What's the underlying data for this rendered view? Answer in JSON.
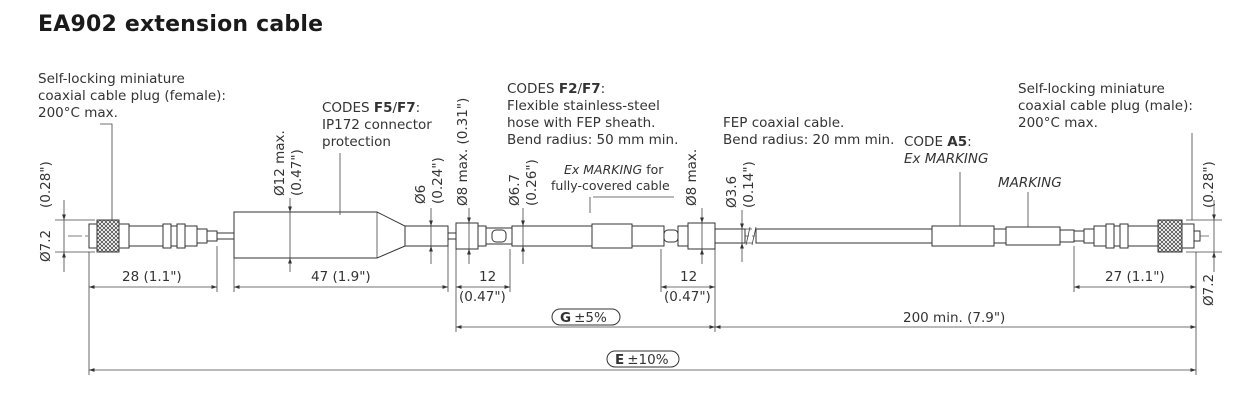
{
  "title": "EA902 extension cable",
  "callouts": {
    "plug_female": [
      "Self-locking miniature",
      "coaxial cable plug (female):",
      "200°C max."
    ],
    "codes_f5f7_prefix": "CODES ",
    "codes_f5f7_code1": "F5",
    "codes_f5f7_slash": "/",
    "codes_f5f7_code2": "F7",
    "codes_f5f7_colon": ":",
    "codes_f5f7_lines": [
      "IP172 connector",
      "protection"
    ],
    "codes_f2f7_prefix": "CODES ",
    "codes_f2f7_code1": "F2",
    "codes_f2f7_slash": "/",
    "codes_f2f7_code2": "F7",
    "codes_f2f7_colon": ":",
    "codes_f2f7_lines": [
      "Flexible stainless-steel",
      "hose with FEP sheath.",
      "Bend radius: 50 mm min."
    ],
    "ex_marking_covered": [
      "Ex MARKING for",
      "fully-covered cable"
    ],
    "fep_cable": [
      "FEP coaxial cable.",
      "Bend radius: 20 mm min."
    ],
    "code_a5_prefix": "CODE ",
    "code_a5_code": "A5",
    "code_a5_colon": ":",
    "code_a5_line": "Ex MARKING",
    "marking": "MARKING",
    "plug_male": [
      "Self-locking miniature",
      "coaxial cable plug (male):",
      "200°C max."
    ]
  },
  "dimensions": {
    "dia_left": "Ø7.2",
    "dia_left_in": "(0.28\")",
    "dia12": "Ø12 max.",
    "dia12_in": "(0.47\")",
    "dia6": "Ø6",
    "dia6_in": "(0.24\")",
    "dia8_a": "Ø8 max. (0.31\")",
    "dia67": "Ø6.7",
    "dia67_in": "(0.26\")",
    "dia8_b": "Ø8 max.",
    "dia36": "Ø3.6",
    "dia36_in": "(0.14\")",
    "dia_right_in": "(0.28\")",
    "dia_right": "Ø7.2",
    "len28": "28 (1.1\")",
    "len47": "47 (1.9\")",
    "len12a": "12",
    "len12a_in": "(0.47\")",
    "len12b": "12",
    "len12b_in": "(0.47\")",
    "len27": "27 (1.1\")",
    "g_letter": "G",
    "g_tol": "±5%",
    "len200": "200 min. (7.9\")",
    "e_letter": "E",
    "e_tol": "±10%"
  }
}
